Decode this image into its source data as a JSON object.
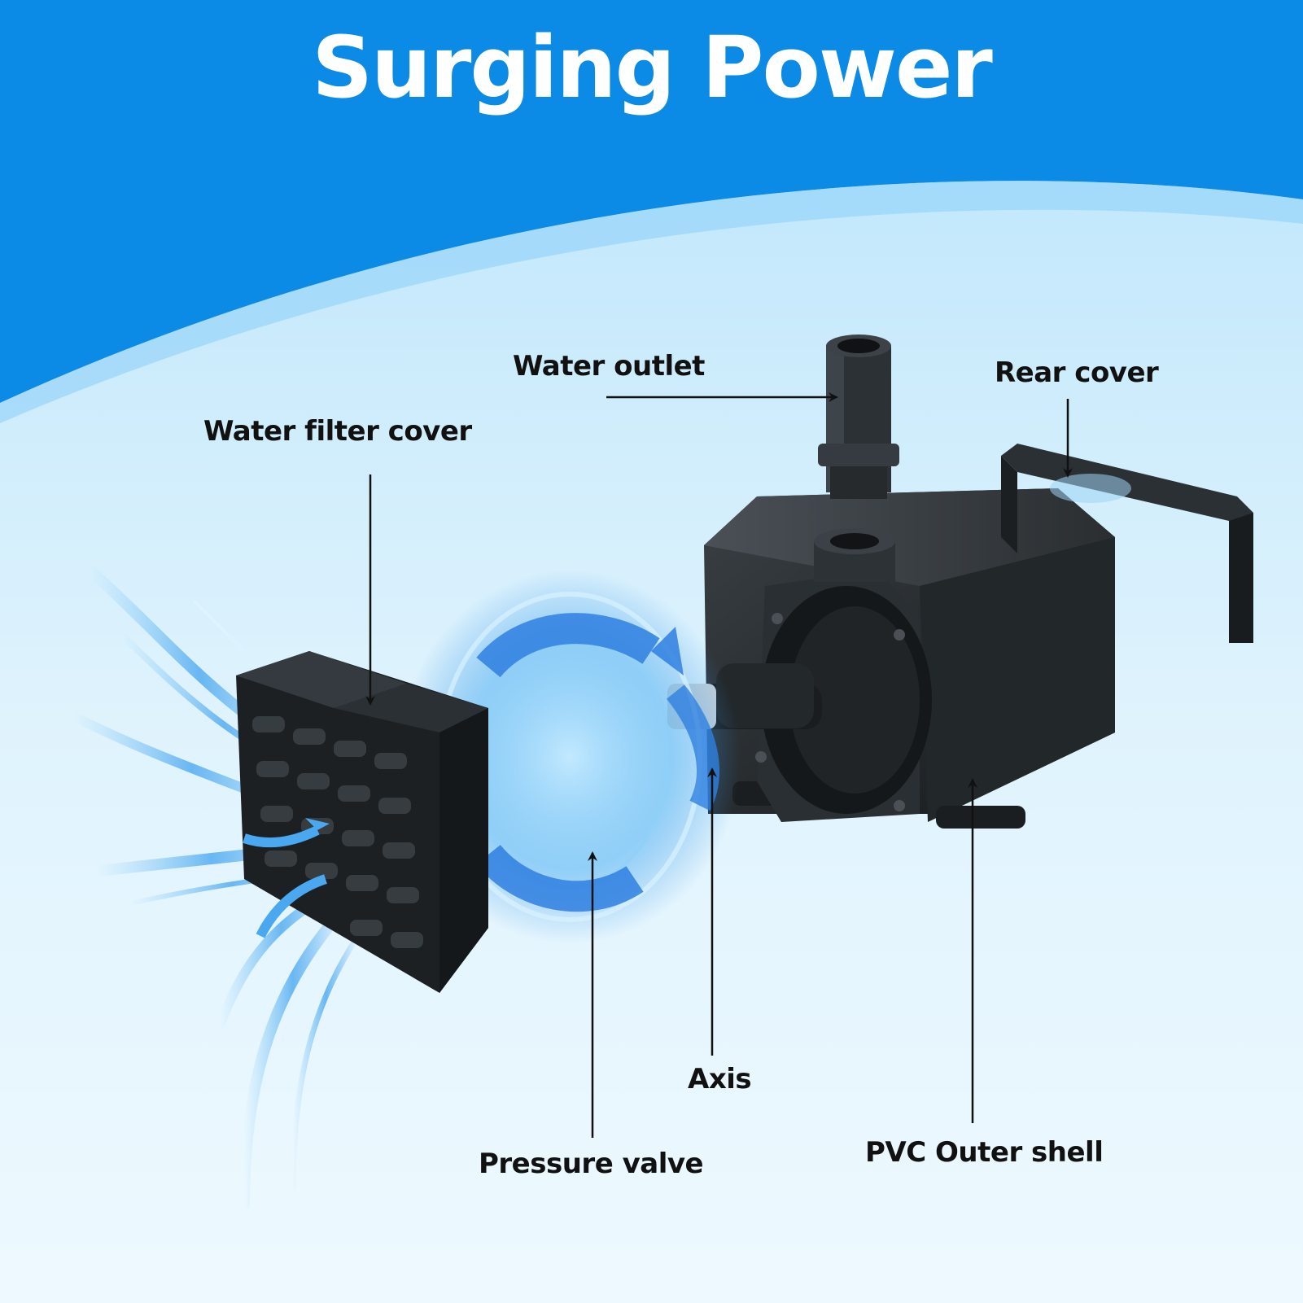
{
  "title": "Surging Power",
  "colors": {
    "banner": "#0b8ae6",
    "background_light": "#eaf7fe",
    "background_mid": "#bfe6fb",
    "pump_body": "#1f2326",
    "water_flow": "#3aa3f0"
  },
  "labels": {
    "water_outlet": "Water outlet",
    "rear_cover": "Rear cover",
    "water_filter_cover": "Water filter cover",
    "axis": "Axis",
    "pressure_valve": "Pressure valve",
    "pvc_outer_shell": "PVC Outer shell"
  }
}
